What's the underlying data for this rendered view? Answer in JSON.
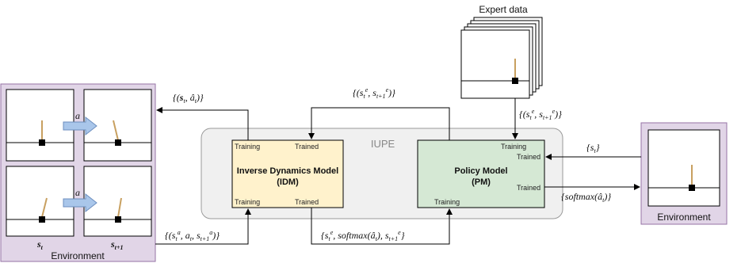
{
  "expert": {
    "title": "Expert data",
    "flow_label": "{(s^e_t, s^e_{t+1})}"
  },
  "iupe": {
    "label": "IUPE"
  },
  "idm": {
    "title_line1": "Inverse Dynamics Model",
    "title_line2": "(IDM)",
    "training_top": "Training",
    "trained_top": "Trained",
    "training_bottom": "Training",
    "trained_bottom": "Trained"
  },
  "pm": {
    "title_line1": "Policy Model",
    "title_line2": "(PM)",
    "training_top": "Training",
    "trained_right_top": "Trained",
    "trained_right_bottom": "Trained",
    "training_bottom": "Training"
  },
  "left_env": {
    "caption": "Environment",
    "action_label_top": "a",
    "action_label_bottom": "a",
    "state_t": "s",
    "state_t_sub": "t",
    "state_t1": "s",
    "state_t1_sub": "t+1"
  },
  "right_env": {
    "caption": "Environment"
  },
  "flows": {
    "idm_to_left_env": "{(s_t, â_t)}",
    "pm_to_idm_top": "{(s^e_t, s^e_{t+1})}",
    "left_env_to_idm": "{(s^a_t, a_t, s^a_{t+1})}",
    "idm_to_pm_bottom": "{s^e_t, softmax(â_t), s^e_{t+1}}",
    "env_to_pm": "{s_t}",
    "pm_to_env": "{softmax(â_t)}"
  },
  "colors": {
    "env_bg": "#e1d5e7",
    "env_border": "#9673a6",
    "iupe_bg": "#f0f0f0",
    "iupe_border": "#9a9a9a",
    "idm_bg": "#fff2cc",
    "pm_bg": "#d5e8d4",
    "arrow_blue": "#a9c6ea",
    "pole": "#c8a060"
  }
}
